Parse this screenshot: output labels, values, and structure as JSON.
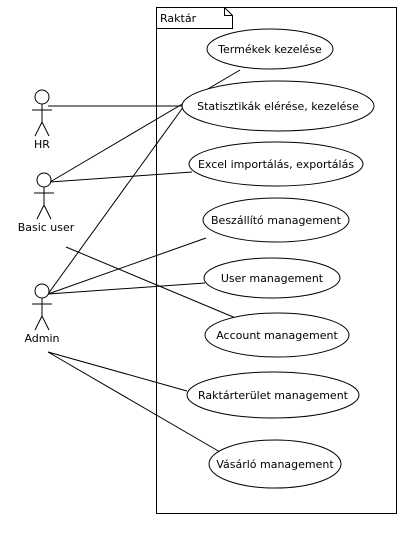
{
  "package": {
    "name": "Raktár"
  },
  "actors": [
    {
      "id": "hr",
      "label": "HR"
    },
    {
      "id": "basic",
      "label": "Basic user"
    },
    {
      "id": "admin",
      "label": "Admin"
    }
  ],
  "use_cases": [
    {
      "id": "uc1",
      "label": "Termékek kezelése"
    },
    {
      "id": "uc2",
      "label": "Statisztikák elérése, kezelése"
    },
    {
      "id": "uc3",
      "label": "Excel importálás, exportálás"
    },
    {
      "id": "uc4",
      "label": "Beszállító management"
    },
    {
      "id": "uc5",
      "label": "User management"
    },
    {
      "id": "uc6",
      "label": "Account management"
    },
    {
      "id": "uc7",
      "label": "Raktárterület management"
    },
    {
      "id": "uc8",
      "label": "Vásárló management"
    }
  ],
  "associations": [
    {
      "actor": "hr",
      "use_case": "uc2"
    },
    {
      "actor": "basic",
      "use_case": "uc1"
    },
    {
      "actor": "basic",
      "use_case": "uc3"
    },
    {
      "actor": "basic",
      "use_case": "uc6"
    },
    {
      "actor": "admin",
      "use_case": "uc2"
    },
    {
      "actor": "admin",
      "use_case": "uc4"
    },
    {
      "actor": "admin",
      "use_case": "uc5"
    },
    {
      "actor": "admin",
      "use_case": "uc7"
    },
    {
      "actor": "admin",
      "use_case": "uc8"
    }
  ]
}
